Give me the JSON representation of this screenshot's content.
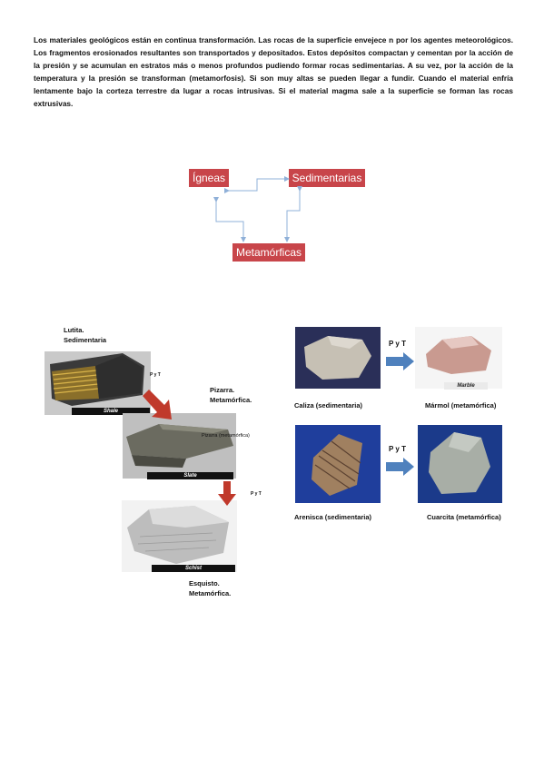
{
  "paragraph": "Los materiales geológicos están en continua transformación. Las rocas de la superficie envejece n por los agentes meteorológicos. Los fragmentos erosionados resultantes son transportados y depositados. Estos depósitos compactan y cementan por la acción de la presión y se acumulan en estratos más o menos profundos pudiendo formar rocas sedimentarias. A su vez, por la acción de la temperatura y la presión se transforman (metamorfosis). Si son muy altas se pueden llegar a fundir. Cuando el material enfría lentamente bajo la corteza terrestre da lugar a rocas intrusivas. Si el material magma sale a la superficie se forman las rocas extrusivas.",
  "cycle": {
    "igneas": "Ígneas",
    "sedimentarias": "Sedimentarias",
    "metamorficas": "Metamórficas"
  },
  "left_series": {
    "lutita_label": "Lutita.",
    "lutita_type": "Sedimentaria",
    "shale_caption": "Shale",
    "pyt_1": "P y T",
    "pizarra_label": "Pizarra.",
    "pizarra_type": "Metamórfica.",
    "pizarra_inset": "Pizarra (metamórfica)",
    "slate_caption": "Slate",
    "pyt_2": "P y T",
    "schist_caption": "Schist",
    "esquisto_label": "Esquisto.",
    "esquisto_type": "Metamórfica."
  },
  "right_series": {
    "pyt_top": "P y T",
    "caliza": "Caliza (sedimentaria)",
    "marble_caption": "Marble",
    "marmol": "Mármol (metamórfica)",
    "pyt_bottom": "P y T",
    "arenisca": "Arenisca (sedimentaria)",
    "cuarcita": "Cuarcita (metamórfica)"
  },
  "colors": {
    "box_red": "#c8454a",
    "arrow_blue": "#8fb0d8",
    "arrow_red": "#c0392b",
    "arrow_steel": "#4f81bd"
  }
}
